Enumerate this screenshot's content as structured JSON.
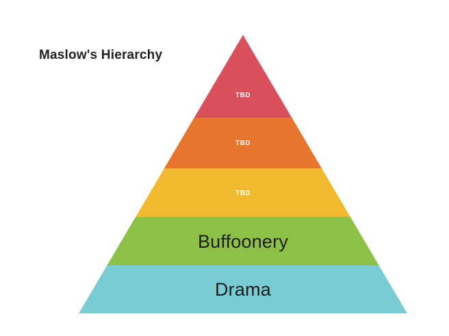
{
  "title": "Maslow's Hierarchy",
  "pyramid": {
    "type": "pyramid",
    "levels": [
      {
        "label": "TBD",
        "color": "#D94F5C",
        "text_color": "#FFFFFF"
      },
      {
        "label": "TBD",
        "color": "#E8752D",
        "text_color": "#FFFFFF"
      },
      {
        "label": "TBD",
        "color": "#F0B930",
        "text_color": "#FFFFFF"
      },
      {
        "label": "Buffoonery",
        "color": "#8DC046",
        "text_color": "#1D1D1D"
      },
      {
        "label": "Drama",
        "color": "#7ACCD4",
        "text_color": "#1D1D1D"
      }
    ]
  }
}
